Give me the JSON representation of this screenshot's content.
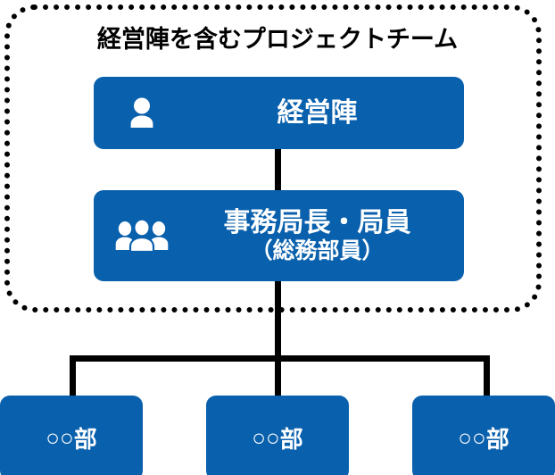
{
  "diagram": {
    "type": "org-chart",
    "background_color": "#ffffff",
    "accent_color": "#0960ac",
    "line_color": "#000000",
    "group": {
      "title": "経営陣を含むプロジェクトチーム",
      "border_style": "dotted",
      "nodes": [
        {
          "id": "executives",
          "icon": "single-person-icon",
          "label_main": "経営陣",
          "label_sub": ""
        },
        {
          "id": "secretariat",
          "icon": "group-people-icon",
          "label_main": "事務局長・局員",
          "label_sub": "（総務部員）"
        }
      ]
    },
    "departments": [
      {
        "id": "dept-1",
        "circles": "○○",
        "label": "部"
      },
      {
        "id": "dept-2",
        "circles": "○○",
        "label": "部"
      },
      {
        "id": "dept-3",
        "circles": "○○",
        "label": "部"
      }
    ]
  }
}
